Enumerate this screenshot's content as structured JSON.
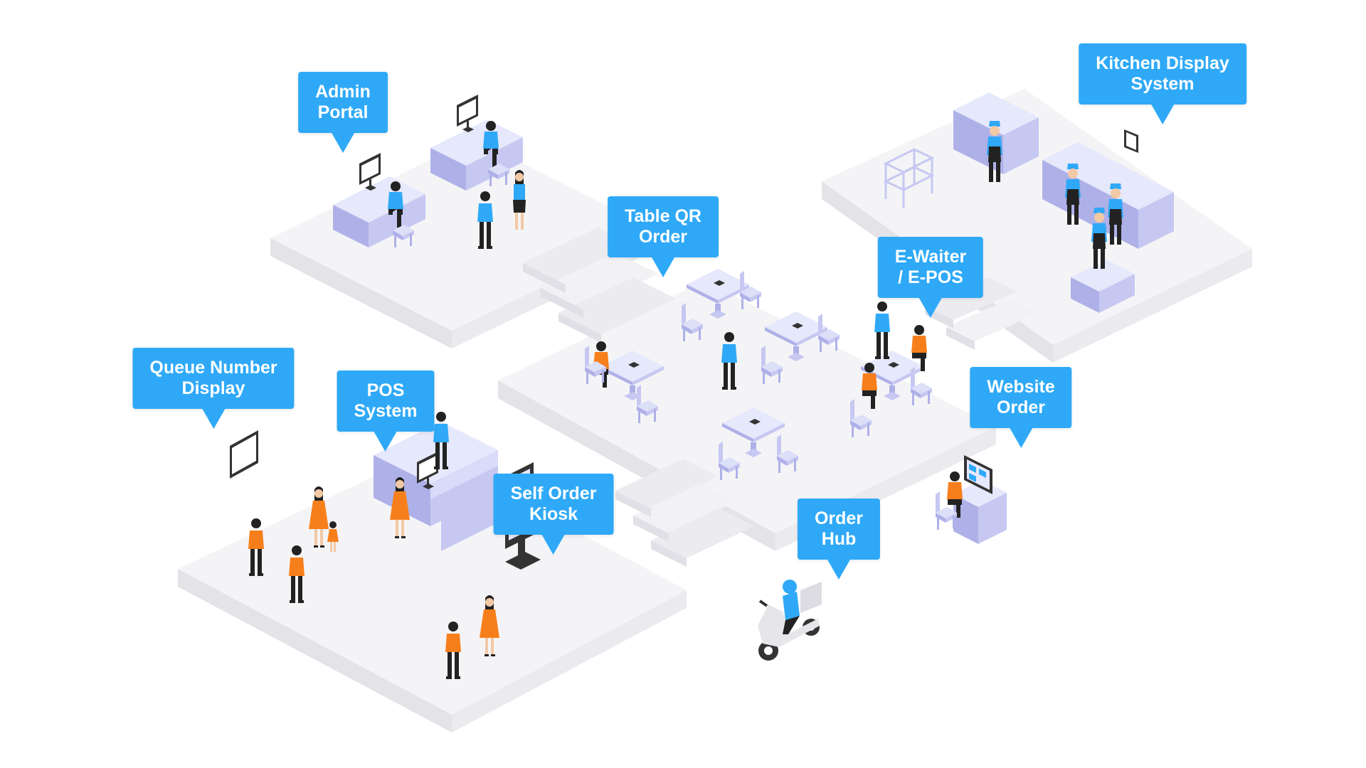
{
  "colors": {
    "floor_top": "#f4f4f6",
    "floor_left": "#e3e3e8",
    "floor_right": "#ebebef",
    "furniture": "#c6c8f2",
    "furniture_dark": "#aeb1e8",
    "staff": "#2fa9f7",
    "customer": "#f77f1b",
    "dark": "#222222",
    "callout": "#2fa9f7",
    "callout_text": "#ffffff"
  },
  "callouts": [
    {
      "id": "admin-portal",
      "lines": [
        "Admin",
        "Portal"
      ]
    },
    {
      "id": "kitchen-display-system",
      "lines": [
        "Kitchen Display",
        "System"
      ]
    },
    {
      "id": "table-qr-order",
      "lines": [
        "Table QR",
        "Order"
      ]
    },
    {
      "id": "e-waiter-e-pos",
      "lines": [
        "E-Waiter",
        "/ E-POS"
      ]
    },
    {
      "id": "queue-number-display",
      "lines": [
        "Queue Number",
        "Display"
      ]
    },
    {
      "id": "pos-system",
      "lines": [
        "POS",
        "System"
      ]
    },
    {
      "id": "self-order-kiosk",
      "lines": [
        "Self Order",
        "Kiosk"
      ]
    },
    {
      "id": "website-order",
      "lines": [
        "Website",
        "Order"
      ]
    },
    {
      "id": "order-hub",
      "lines": [
        "Order",
        "Hub"
      ]
    }
  ],
  "icons": {
    "monitor": "monitor-icon",
    "tablet": "tablet-icon",
    "kiosk": "kiosk-icon",
    "scooter": "delivery-scooter-icon",
    "person": "person-icon",
    "table": "table-icon",
    "chair": "chair-icon",
    "trolley": "trolley-icon"
  }
}
